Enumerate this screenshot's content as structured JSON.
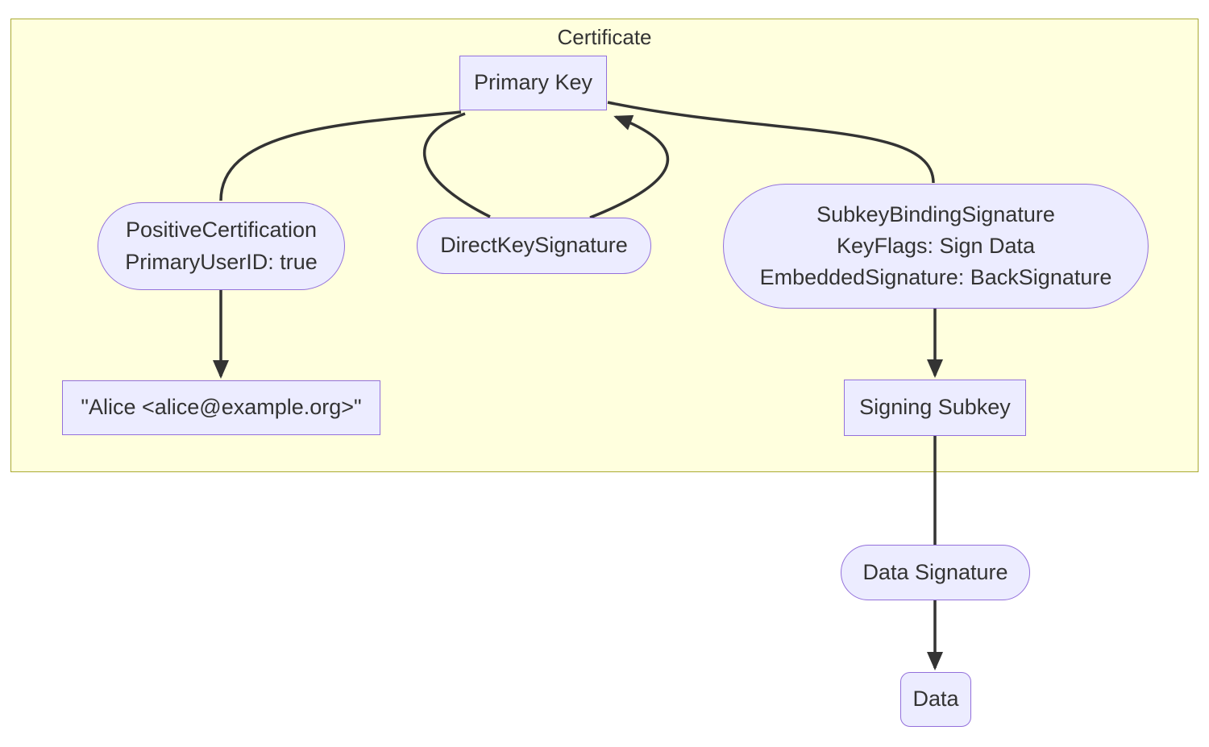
{
  "diagram": {
    "cluster": {
      "label": "Certificate"
    },
    "nodes": {
      "primary_key": {
        "label": "Primary Key",
        "shape": "rectangle"
      },
      "positive_certification": {
        "shape": "stadium",
        "lines": [
          "PositiveCertification",
          "PrimaryUserID: true"
        ]
      },
      "direct_key_signature": {
        "label": "DirectKeySignature",
        "shape": "stadium"
      },
      "subkey_binding_signature": {
        "shape": "stadium",
        "lines": [
          "SubkeyBindingSignature",
          "KeyFlags: Sign Data",
          "EmbeddedSignature: BackSignature"
        ]
      },
      "user_id": {
        "label": "\"Alice <alice@example.org>\"",
        "shape": "rectangle"
      },
      "signing_subkey": {
        "label": "Signing Subkey",
        "shape": "rectangle"
      },
      "data_signature": {
        "label": "Data Signature",
        "shape": "stadium"
      },
      "data": {
        "label": "Data",
        "shape": "rounded-rectangle"
      }
    },
    "edges": [
      {
        "from": "primary_key",
        "to": "positive_certification",
        "arrow": false
      },
      {
        "from": "primary_key",
        "to": "direct_key_signature",
        "arrow": false
      },
      {
        "from": "direct_key_signature",
        "to": "primary_key",
        "arrow": true
      },
      {
        "from": "primary_key",
        "to": "subkey_binding_signature",
        "arrow": false
      },
      {
        "from": "positive_certification",
        "to": "user_id",
        "arrow": true
      },
      {
        "from": "subkey_binding_signature",
        "to": "signing_subkey",
        "arrow": true
      },
      {
        "from": "signing_subkey",
        "to": "data_signature",
        "arrow": false
      },
      {
        "from": "data_signature",
        "to": "data",
        "arrow": true
      }
    ],
    "colors": {
      "node_fill": "#ececff",
      "node_border": "#9370db",
      "cluster_fill": "#ffffde",
      "cluster_border": "#aaaa33",
      "edge": "#333333",
      "text": "#333333",
      "background": "#ffffff"
    }
  }
}
